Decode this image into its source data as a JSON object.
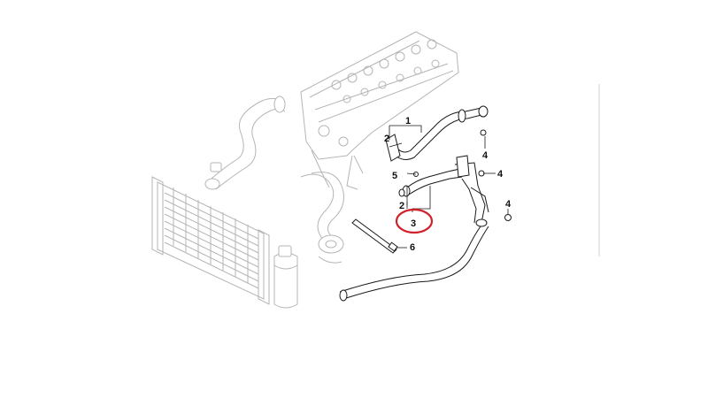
{
  "diagram": {
    "parts": [
      {
        "number": "1"
      },
      {
        "number": "2"
      },
      {
        "number": "2"
      },
      {
        "number": "3"
      },
      {
        "number": "4"
      },
      {
        "number": "4"
      },
      {
        "number": "4"
      },
      {
        "number": "5"
      },
      {
        "number": "6"
      }
    ],
    "highlight": {
      "part_number": "3",
      "color": "#d0202a"
    }
  }
}
